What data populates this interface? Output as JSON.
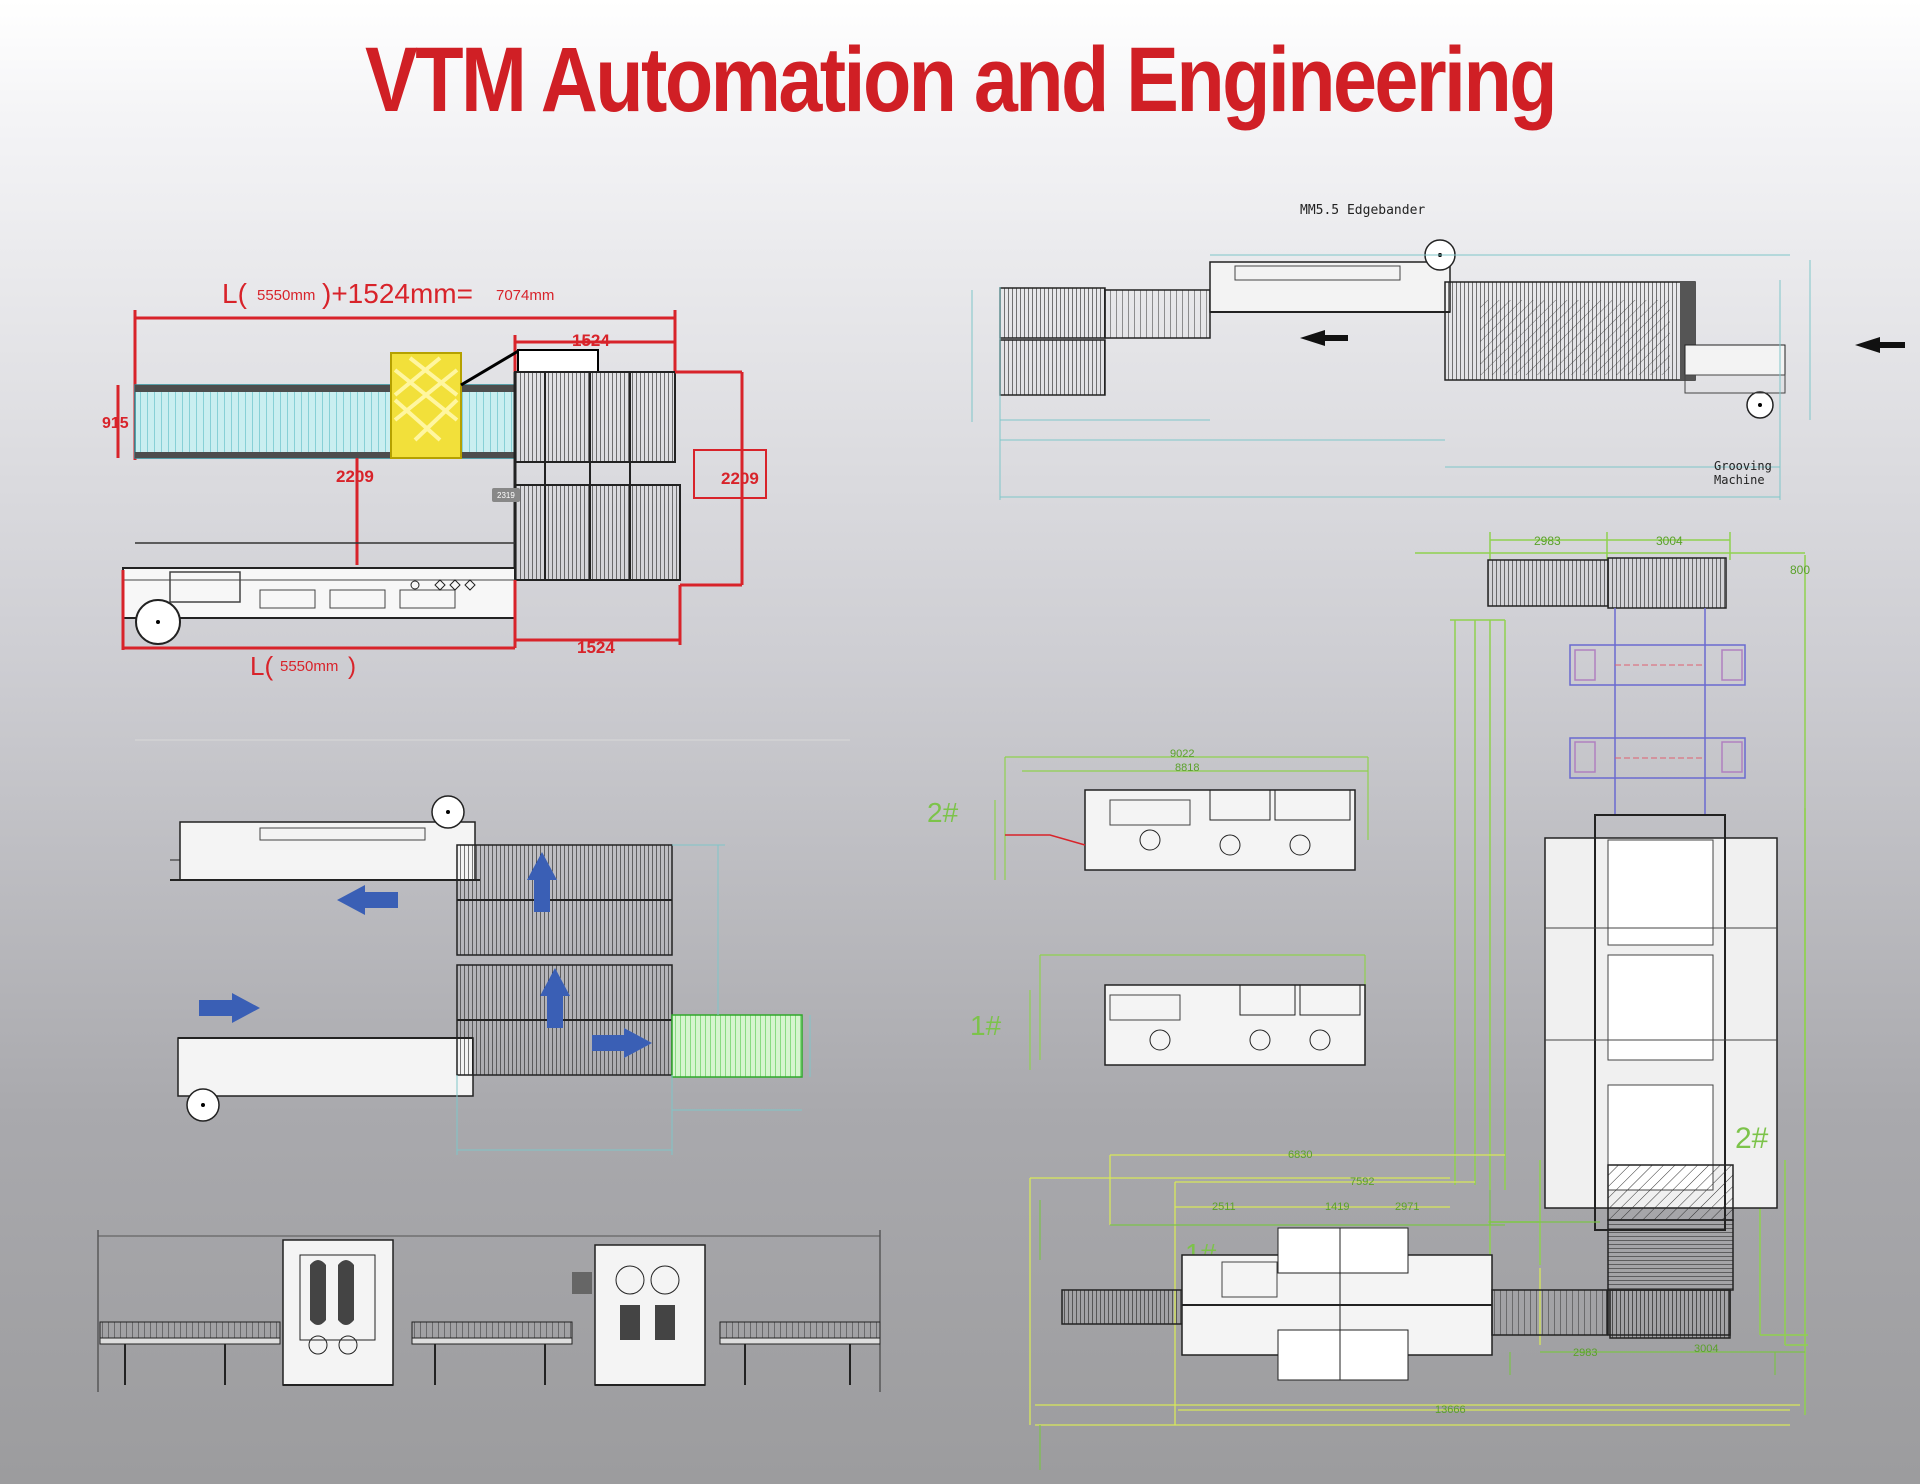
{
  "title": "VTM Automation and Engineering",
  "colors": {
    "title": "#d01f25",
    "dimension_red": "#d8232a",
    "arrow_blue": "#3a5fb5",
    "dimension_green": "#8fd14f",
    "conveyor_cyan": "#9fe0e6",
    "panel_yellow": "#f2e03a"
  },
  "diagram_top_left": {
    "length_formula_prefix": "L(",
    "length_formula_small": "5550mm",
    "length_formula_mid": ")+1524mm=",
    "length_formula_total": "7074mm",
    "dim_1524_top": "1524",
    "dim_915": "915",
    "dim_2209_center": "2209",
    "dim_2209_right": "2209",
    "dim_1524_bottom": "1524",
    "length_bottom_prefix": "L(",
    "length_bottom_small": "5550mm",
    "length_bottom_suffix": ")"
  },
  "diagram_top_right": {
    "machine_label": "MM5.5 Edgebander",
    "grooving_label_line1": "Grooving",
    "grooving_label_line2": "Machine",
    "direction_arrow": "left-arrow"
  },
  "diagram_mid_left": {
    "arrows": [
      "left-arrow",
      "right-arrow",
      "up-arrow",
      "up-arrow",
      "right-arrow"
    ]
  },
  "diagram_right_layout": {
    "dim_2983": "2983",
    "dim_3004_top": "3004",
    "dim_800": "800",
    "label_2_left": "2#",
    "label_1_left": "1#",
    "label_2_right": "2#",
    "label_1_bottom": "1#",
    "dim_9022": "9022",
    "dim_8818": "8818",
    "dim_2511": "2511",
    "dim_1419": "1419",
    "dim_2971": "2971",
    "dim_2983_bottom": "2983",
    "dim_3004_bottom": "3004",
    "dim_13666": "13666"
  }
}
